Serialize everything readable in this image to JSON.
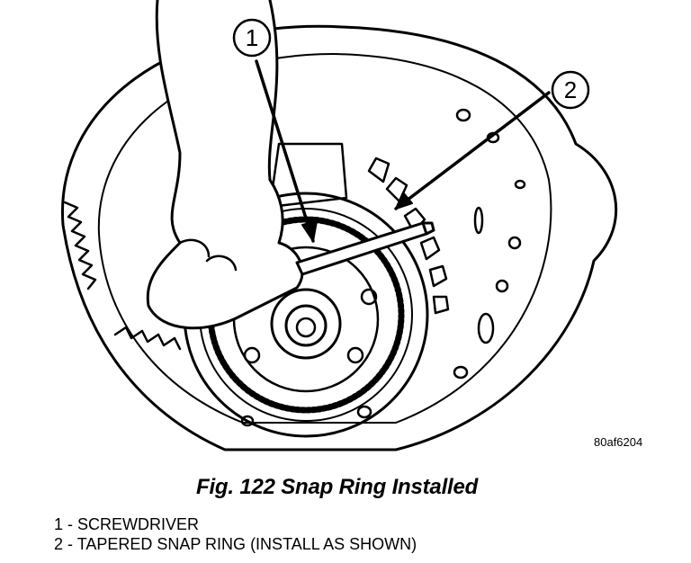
{
  "figure": {
    "callouts": [
      {
        "number": "1"
      },
      {
        "number": "2"
      }
    ],
    "reference_code": "80af6204",
    "caption": "Fig. 122 Snap Ring Installed",
    "legend": [
      {
        "number": "1",
        "text": "SCREWDRIVER"
      },
      {
        "number": "2",
        "text": "TAPERED SNAP RING (INSTALL AS SHOWN)"
      }
    ]
  }
}
